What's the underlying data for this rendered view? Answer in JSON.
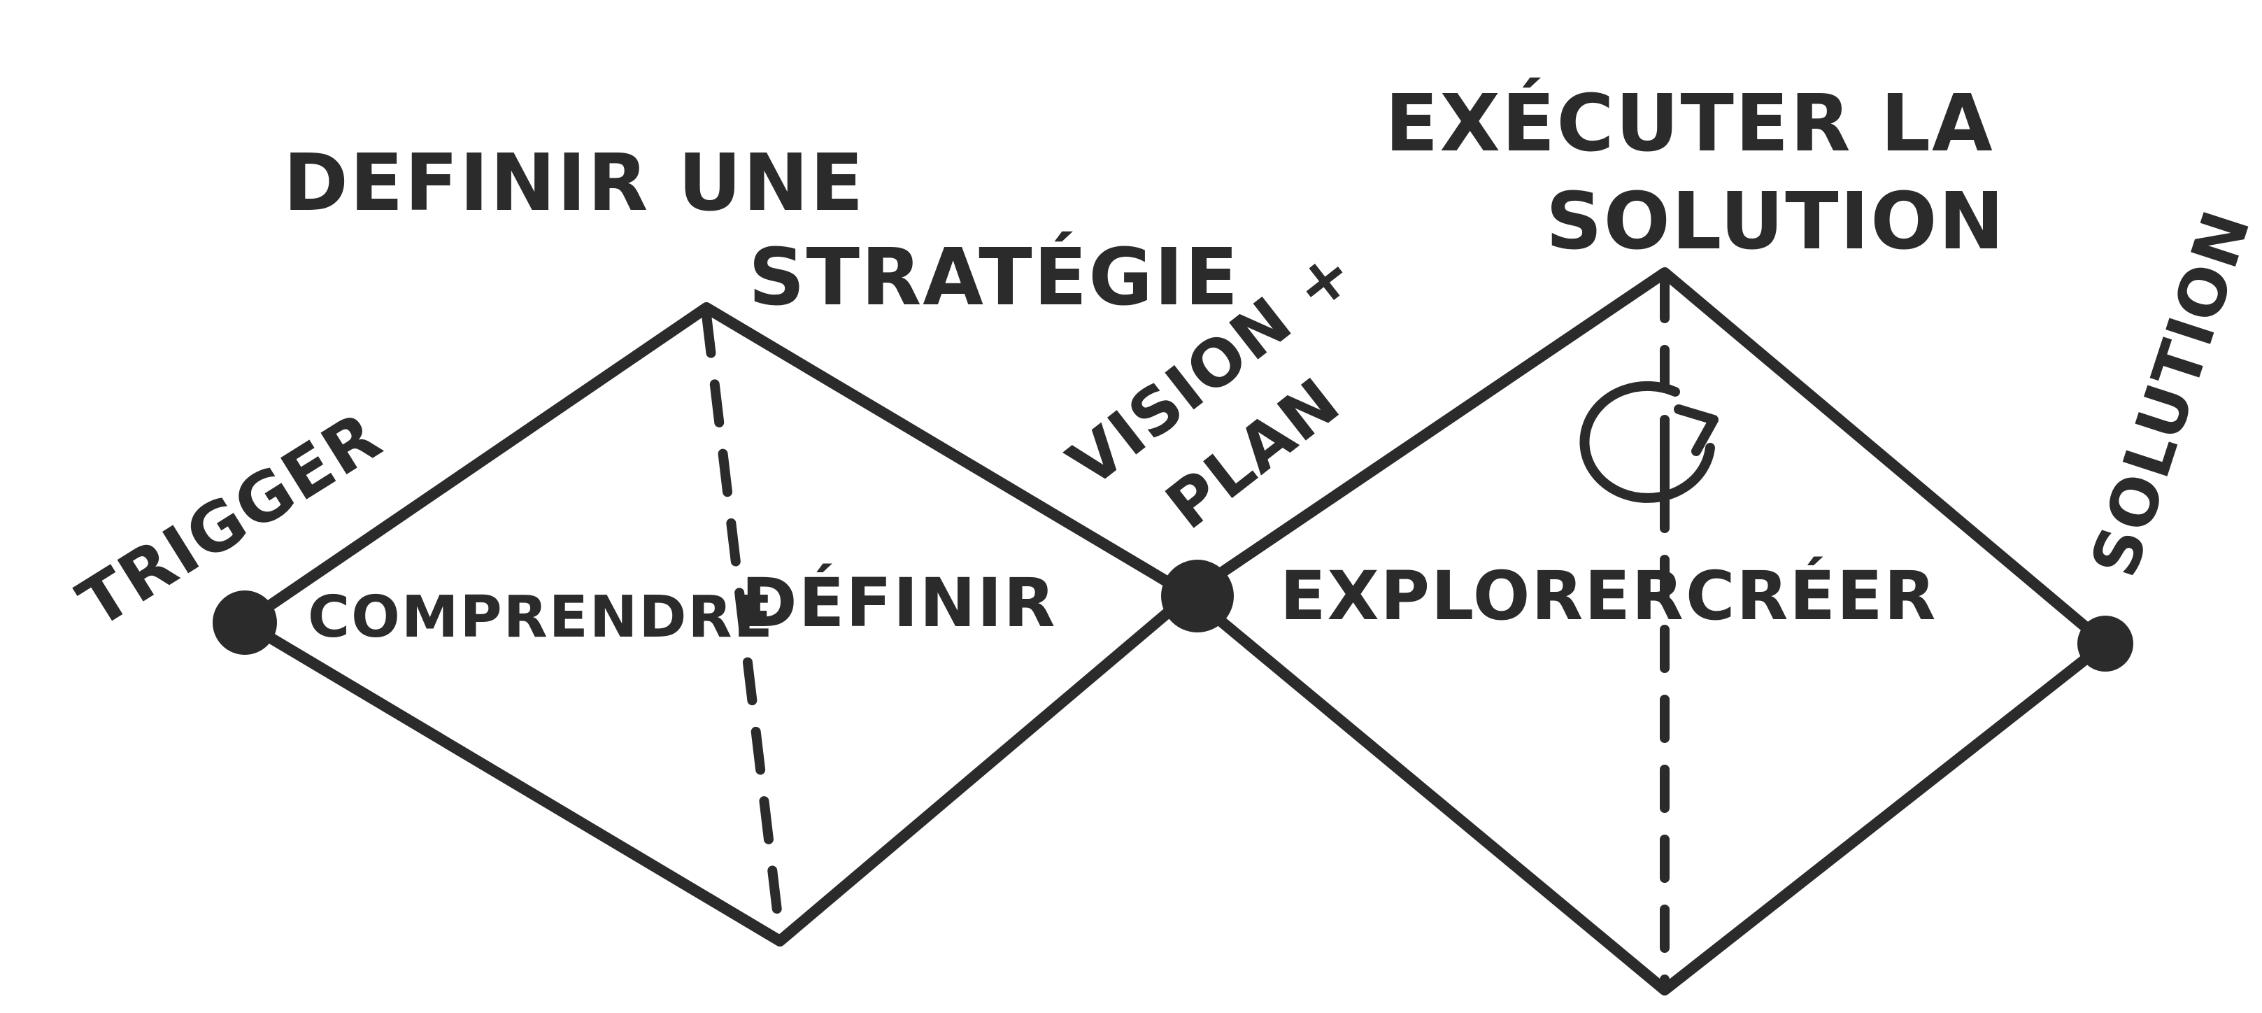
{
  "diagram": {
    "ink_color": "#2b2b2b",
    "background_color": "#ffffff",
    "nodes": {
      "trigger": "TRIGGER",
      "vision_plan_line1": "VISION +",
      "vision_plan_line2": "PLAN",
      "solution": "SOLUTION"
    },
    "diamond_1": {
      "heading_line1": "DEFINIR UNE",
      "heading_line2": "STRATÉGIE",
      "left_phase": "COMPRENDRE",
      "right_phase": "DÉFINIR"
    },
    "diamond_2": {
      "heading_line1": "EXÉCUTER LA",
      "heading_line2": "SOLUTION",
      "left_phase": "EXPLORER",
      "right_phase": "CRÉER",
      "cycle_icon": "iteration-cycle-icon"
    }
  }
}
